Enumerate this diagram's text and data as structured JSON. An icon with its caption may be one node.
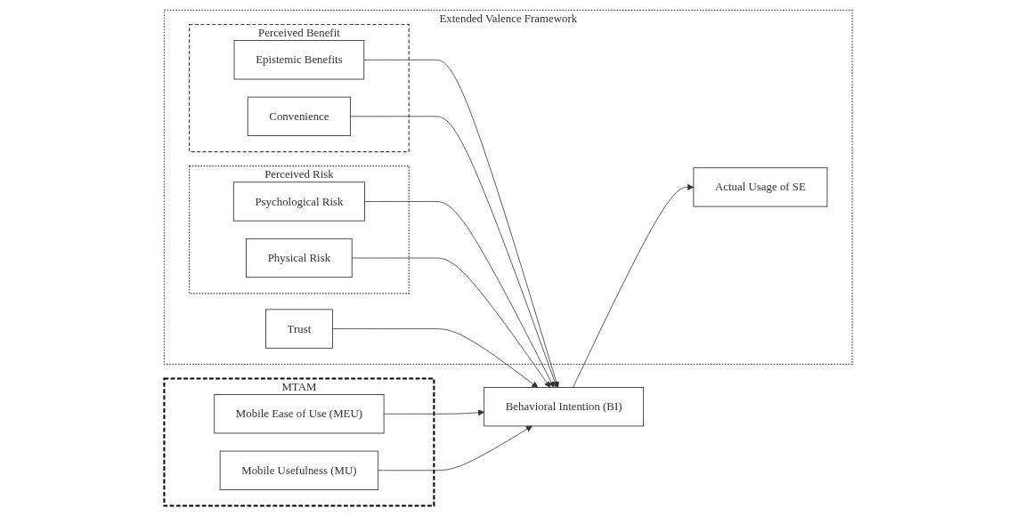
{
  "diagram": {
    "nodes": [
      {
        "text": [
          "Extended Valence Framework"
        ]
      },
      {
        "text": [
          "Perceived Benefit"
        ],
        "in": 0
      },
      {
        "text": [
          "Epistemic Benefits"
        ],
        "in": 1
      },
      {
        "text": [
          "Convenience"
        ],
        "in": 1
      },
      {
        "text": [
          "Perceived Risk"
        ],
        "in": 0
      },
      {
        "text": [
          "Psychological Risk"
        ],
        "in": 4
      },
      {
        "text": [
          "Physical Risk"
        ],
        "in": 4
      },
      {
        "text": [
          "Trust"
        ],
        "in": 0
      },
      {
        "text": [
          "MTAM"
        ]
      },
      {
        "text": [
          "Behavioral Intention (BI)"
        ]
      },
      {
        "text": [
          "Actual Usage of SE"
        ],
        "in": 0
      },
      {
        "text": [
          "Mobile Ease of Use (MEU)"
        ],
        "in": 8
      },
      {
        "text": [
          "Mobile Usefulness (MU)"
        ],
        "in": 8
      }
    ],
    "edges": [
      {
        "from": 2,
        "to": 9,
        "arrow": "to"
      },
      {
        "from": 3,
        "to": 9,
        "arrow": "to"
      },
      {
        "from": 5,
        "to": 9,
        "arrow": "to"
      },
      {
        "from": 6,
        "to": 9,
        "arrow": "to"
      },
      {
        "from": 7,
        "to": 9,
        "arrow": "to"
      },
      {
        "from": 11,
        "to": 9,
        "arrow": "to"
      },
      {
        "from": 12,
        "to": 9,
        "arrow": "to"
      },
      {
        "from": 9,
        "to": 10,
        "arrow": "to"
      }
    ]
  }
}
